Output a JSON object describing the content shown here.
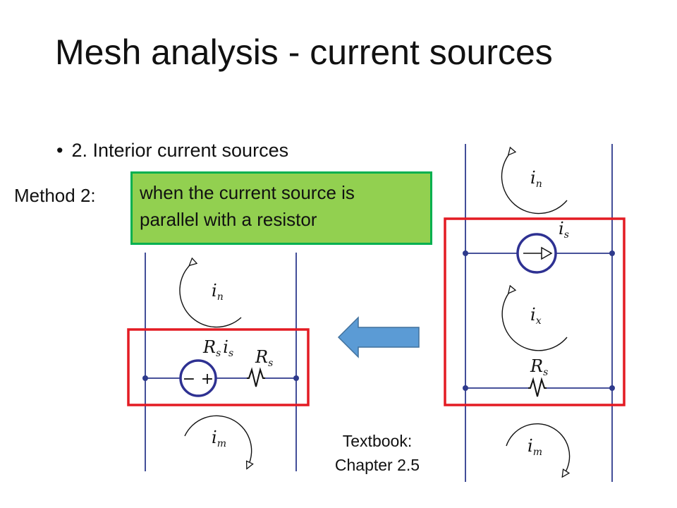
{
  "slide": {
    "title": "Mesh analysis - current sources",
    "bullet": "2. Interior current sources",
    "method_label": "Method 2:",
    "callout_line1": "when the current source is",
    "callout_line2": "parallel with a resistor",
    "reference_line1": "Textbook:",
    "reference_line2": "Chapter 2.5"
  },
  "left_circuit": {
    "top_mesh_current": {
      "sym": "i",
      "sub": "n"
    },
    "bottom_mesh_current": {
      "sym": "i",
      "sub": "m"
    },
    "source_label": {
      "R": "R",
      "s1": "s",
      "i": "i",
      "s2": "s"
    },
    "source_polarity_minus": "−",
    "source_polarity_plus": "+",
    "resistor_label": {
      "sym": "R",
      "sub": "s"
    }
  },
  "right_circuit": {
    "top_mesh_current": {
      "sym": "i",
      "sub": "n"
    },
    "source_label": {
      "sym": "i",
      "sub": "s"
    },
    "middle_mesh_current": {
      "sym": "i",
      "sub": "x"
    },
    "resistor_label": {
      "sym": "R",
      "sub": "s"
    },
    "bottom_mesh_current": {
      "sym": "i",
      "sub": "m"
    }
  },
  "colors": {
    "wire": "#2e3a8c",
    "source": "#2e3192",
    "highlight_box": "#e31b23",
    "arrow_fill": "#5b9bd5",
    "arrow_stroke": "#41719c",
    "callout_fill": "#92d050",
    "callout_border": "#00b050"
  },
  "icons": [
    "current-source-icon",
    "voltage-source-icon",
    "resistor-icon",
    "mesh-current-arrow-icon",
    "left-arrow-icon"
  ]
}
